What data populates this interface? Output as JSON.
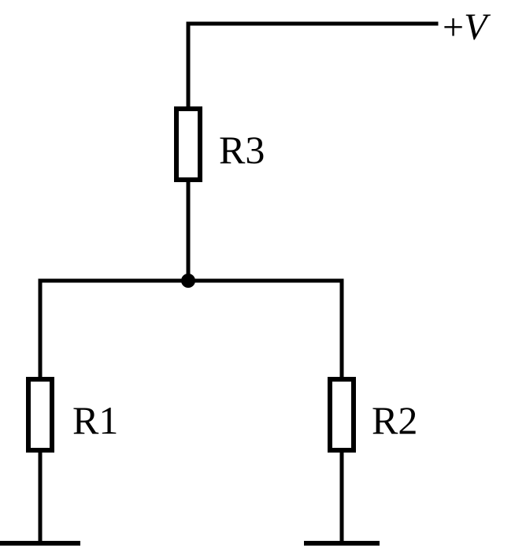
{
  "supply": {
    "sign": "+",
    "symbol": "V"
  },
  "resistors": {
    "r3": "R3",
    "r1": "R1",
    "r2": "R2"
  }
}
